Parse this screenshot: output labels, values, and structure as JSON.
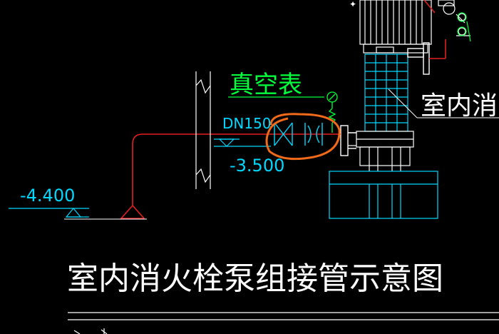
{
  "drawing": {
    "title": "室内消火栓泵组接管示意图",
    "label_gauge": "真空表",
    "label_pipe_size": "DN150",
    "label_elev_pump": "-3.500",
    "label_elev_floor": "-4.400",
    "label_pump": "室内消火栓"
  },
  "colors": {
    "background": "#000000",
    "cad_white": "#ffffff",
    "cad_cyan": "#00d8ff",
    "cad_green": "#00ff3c",
    "pipe_red": "#e02020",
    "markup_orange": "#f06a1a"
  }
}
